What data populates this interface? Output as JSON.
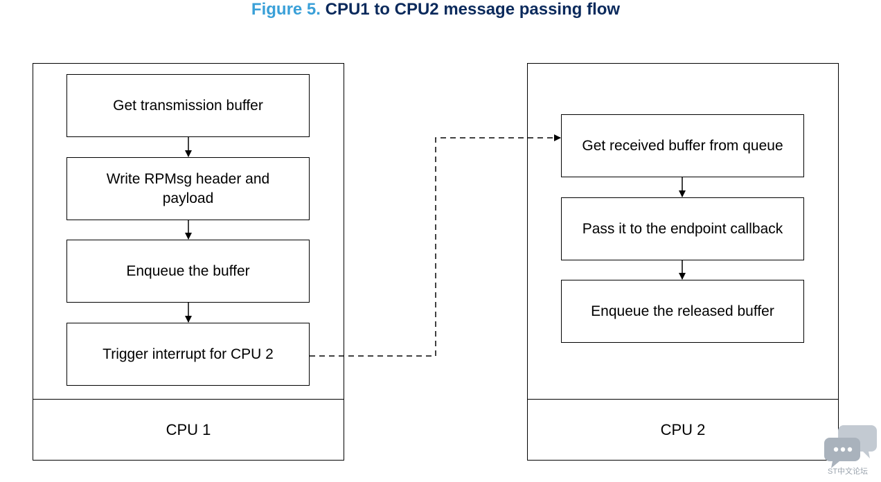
{
  "title": {
    "figure_number": "Figure 5.",
    "text": "CPU1 to CPU2 message passing flow"
  },
  "cpu1": {
    "label": "CPU 1",
    "steps": [
      "Get transmission buffer",
      "Write RPMsg header and payload",
      "Enqueue the buffer",
      "Trigger interrupt for CPU 2"
    ]
  },
  "cpu2": {
    "label": "CPU 2",
    "steps": [
      "Get received buffer from queue",
      "Pass it to the endpoint callback",
      "Enqueue the released buffer"
    ]
  },
  "watermark": {
    "text": "ST中文论坛"
  },
  "colors": {
    "figure_number": "#3aa0d8",
    "title_text": "#0b2a5c",
    "lines": "#000000"
  }
}
